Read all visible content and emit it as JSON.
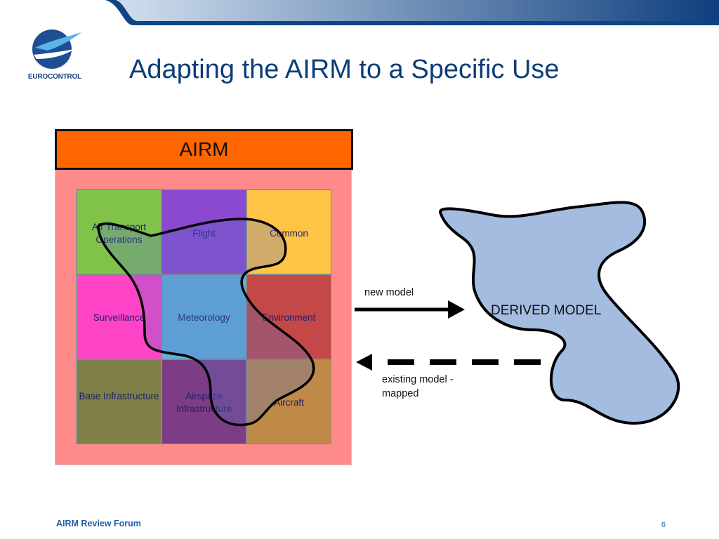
{
  "header": {
    "logo_text": "EUROCONTROL",
    "title": "Adapting the AIRM to a Specific Use"
  },
  "diagram": {
    "airm_label": "AIRM",
    "cells": [
      {
        "label": "Air Transport Operations",
        "color": "#80c24a"
      },
      {
        "label": "Flight",
        "color": "#8b48d0"
      },
      {
        "label": "Common",
        "color": "#ffc345"
      },
      {
        "label": "Surveillance",
        "color": "#ff44c8"
      },
      {
        "label": "Meteorology",
        "color": "#5fb0d8"
      },
      {
        "label": "Environment",
        "color": "#c44848"
      },
      {
        "label": "Base Infrastructure",
        "color": "#7f7f46"
      },
      {
        "label": "Airspace Infrastructure",
        "color": "#7d3d84"
      },
      {
        "label": "Aircraft",
        "color": "#bf8948"
      }
    ],
    "arrow_new_label": "new model",
    "arrow_existing_label": "existing model - mapped",
    "derived_model_label": "DERIVED MODEL",
    "colors": {
      "airm_header": "#ff6600",
      "airm_background": "#ff8a8a",
      "derived_model_fill": "#a3bce0",
      "title": "#0b3d7a"
    }
  },
  "footer": {
    "left": "AIRM Review Forum",
    "page_number": "6"
  }
}
